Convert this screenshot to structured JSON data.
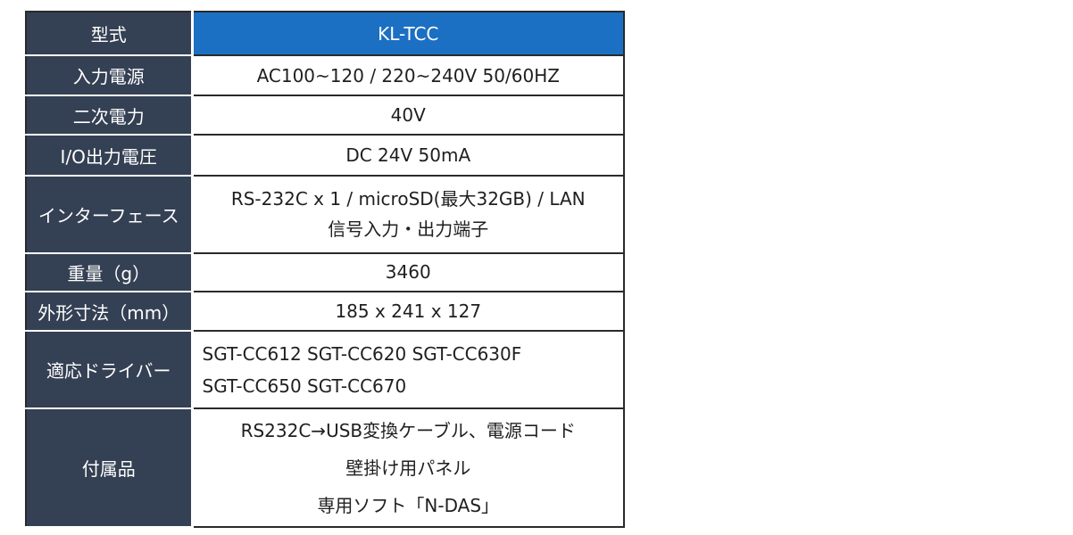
{
  "table": {
    "header": {
      "label": "型式",
      "value": "KL-TCC"
    },
    "rows": [
      {
        "label": "入力電源",
        "lines": [
          "AC100~120 / 220~240V  50/60HZ"
        ]
      },
      {
        "label": "二次電力",
        "lines": [
          "40V"
        ]
      },
      {
        "label": "I/O出力電圧",
        "lines": [
          "DC 24V 50mA"
        ]
      },
      {
        "label": "インターフェース",
        "lines": [
          "RS-232C x 1 / microSD(最大32GB) / LAN",
          "信号入力・出力端子"
        ]
      },
      {
        "label": "重量（g）",
        "lines": [
          "3460"
        ]
      },
      {
        "label": "外形寸法（mm）",
        "lines": [
          "185 x 241 x 127"
        ]
      },
      {
        "label": "適応ドライバー",
        "lines": [
          "SGT-CC612   SGT-CC620   SGT-CC630F",
          "SGT-CC650   SGT-CC670"
        ]
      },
      {
        "label": "付属品",
        "lines": [
          "RS232C→USB変換ケーブル、電源コード",
          "壁掛け用パネル",
          "専用ソフト「N-DAS」"
        ]
      }
    ]
  },
  "colors": {
    "label_bg": "#344053",
    "header_bg": "#1b70c3",
    "value_bg": "#ffffff",
    "border": "#2a2a2a"
  }
}
